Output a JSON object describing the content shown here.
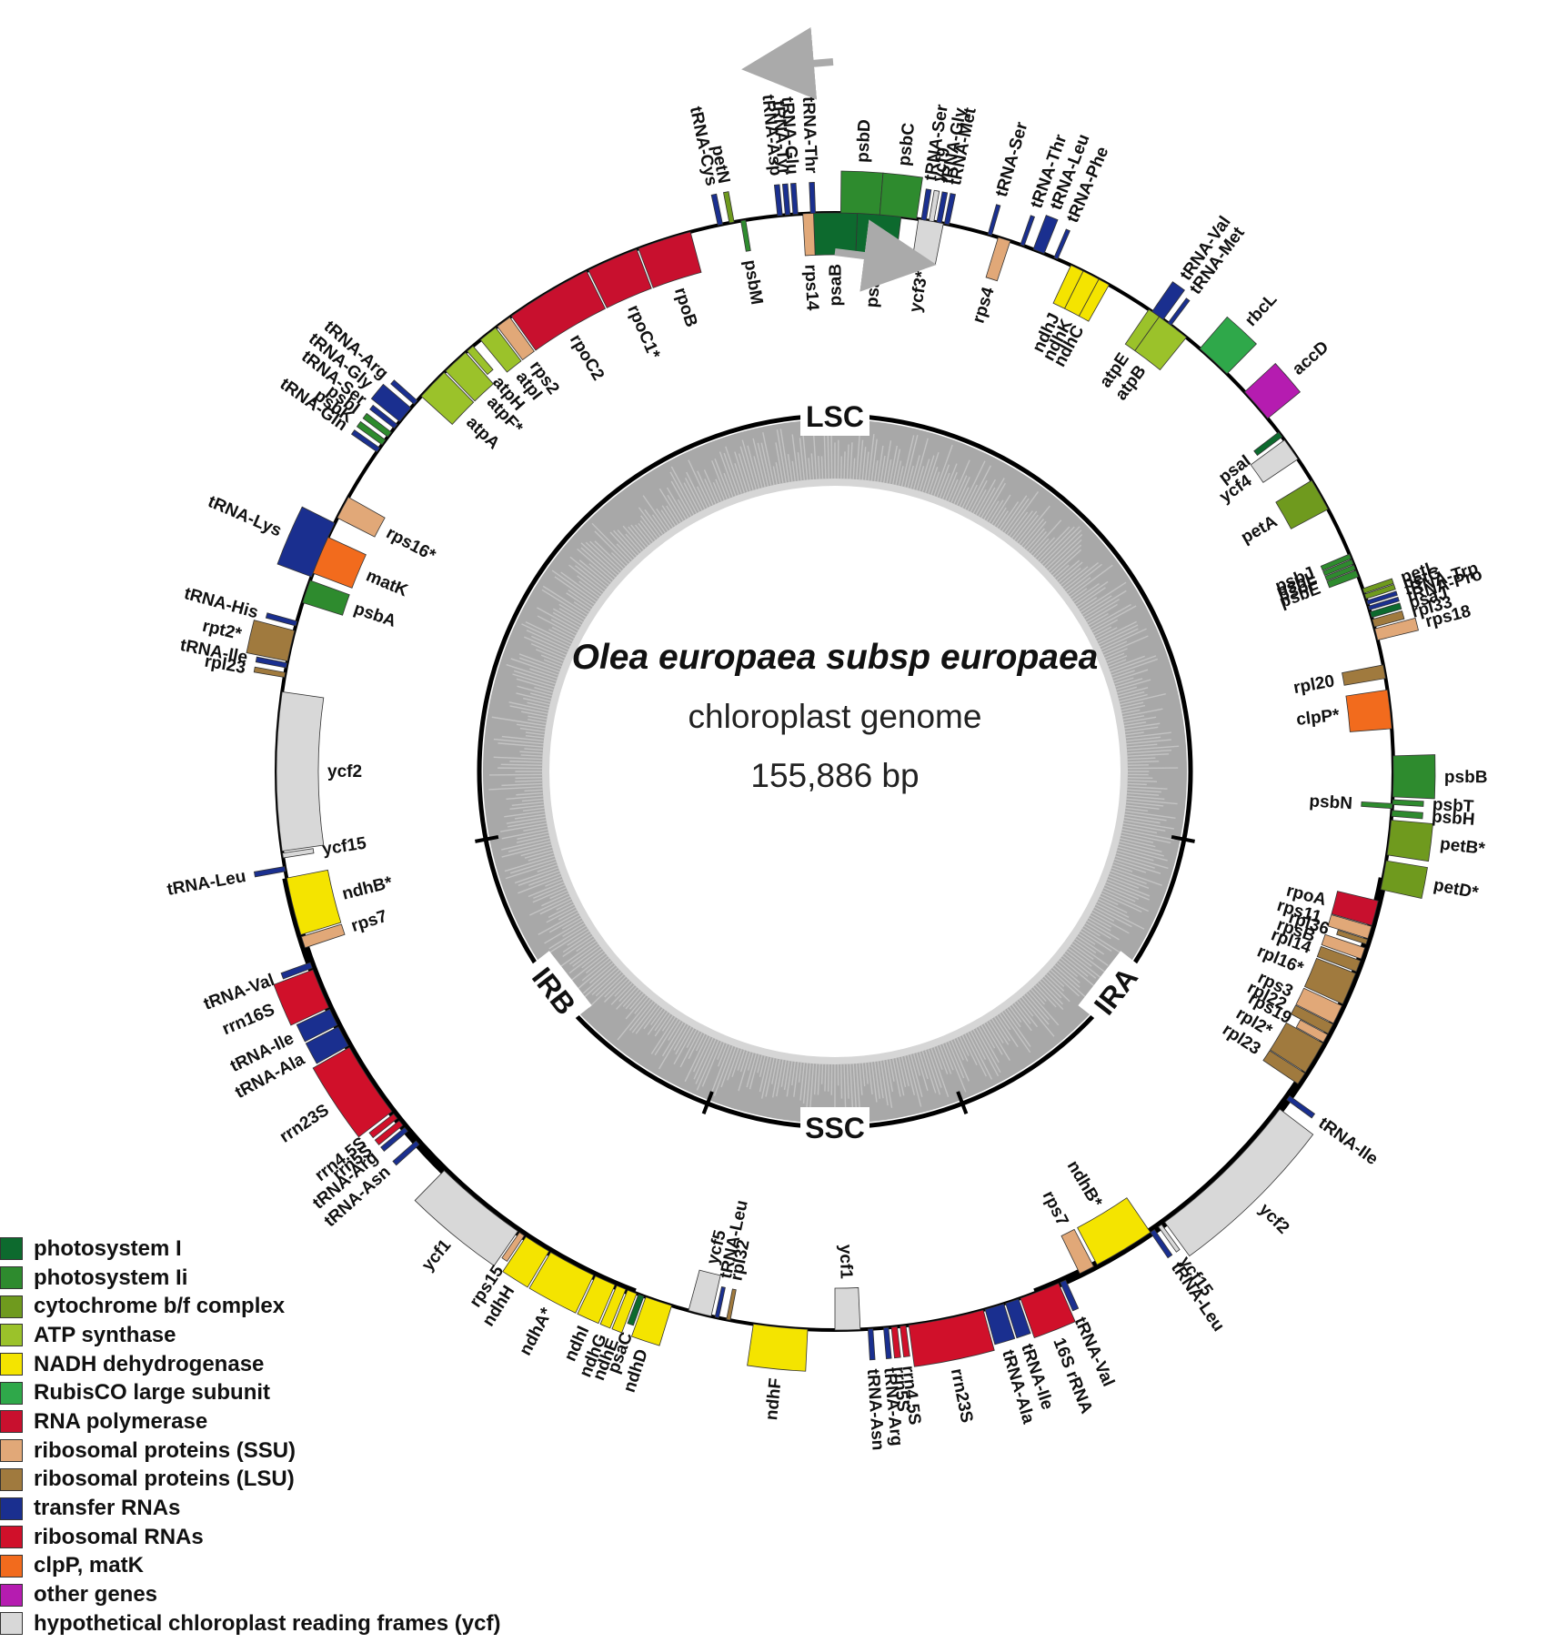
{
  "title": {
    "species": "Olea europaea subsp europaea",
    "subtitle": "chloroplast genome",
    "length": "155,886 bp"
  },
  "regions": [
    {
      "name": "LSC",
      "angle": 0
    },
    {
      "name": "IRA",
      "angle": 128
    },
    {
      "name": "SSC",
      "angle": 180
    },
    {
      "name": "IRB",
      "angle": 232
    }
  ],
  "region_boundaries": [
    101,
    159,
    201,
    259
  ],
  "categories": [
    {
      "key": "ps1",
      "label": "photosystem I",
      "color": "#0d6a2e"
    },
    {
      "key": "ps2",
      "label": "photosystem Ii",
      "color": "#2e8b2e"
    },
    {
      "key": "cyt",
      "label": "cytochrome b/f complex",
      "color": "#6f9a1e"
    },
    {
      "key": "atp",
      "label": "ATP synthase",
      "color": "#9bc22a"
    },
    {
      "key": "ndh",
      "label": "NADH dehydrogenase",
      "color": "#f4e400"
    },
    {
      "key": "rbc",
      "label": "RubisCO large subunit",
      "color": "#2fa84a"
    },
    {
      "key": "rpo",
      "label": "RNA polymerase",
      "color": "#c8102e"
    },
    {
      "key": "ssu",
      "label": "ribosomal proteins (SSU)",
      "color": "#e1a878"
    },
    {
      "key": "lsu",
      "label": "ribosomal proteins (LSU)",
      "color": "#a07a3e"
    },
    {
      "key": "trna",
      "label": "transfer RNAs",
      "color": "#1a2f8f"
    },
    {
      "key": "rrna",
      "label": "ribosomal RNAs",
      "color": "#d0102a"
    },
    {
      "key": "clp",
      "label": "clpP, matK",
      "color": "#f26b1d"
    },
    {
      "key": "oth",
      "label": "other genes",
      "color": "#b51cb0"
    },
    {
      "key": "ycf",
      "label": "hypothetical chloroplast reading frames (ycf)",
      "color": "#d8d8d8"
    }
  ],
  "genes": [
    {
      "name": "psaA",
      "start": -6.8,
      "end": -2.3,
      "cat": "ps1",
      "side": "in"
    },
    {
      "name": "psaB",
      "start": -2.3,
      "end": 2.2,
      "cat": "ps1",
      "side": "in"
    },
    {
      "name": "rps14",
      "start": 2.2,
      "end": 3.3,
      "cat": "ssu",
      "side": "in"
    },
    {
      "name": "ycf3*",
      "start": -11.2,
      "end": -8.6,
      "cat": "ycf",
      "side": "in"
    },
    {
      "name": "rps4",
      "start": -18.3,
      "end": -17.0,
      "cat": "ssu",
      "side": "in"
    },
    {
      "name": "tRNA-Ser",
      "start": -16.3,
      "end": -15.9,
      "cat": "trna",
      "side": "out"
    },
    {
      "name": "tRNA-Thr",
      "start": -19.8,
      "end": -19.4,
      "cat": "trna",
      "side": "out"
    },
    {
      "name": "tRNA-Leu",
      "start": -22.0,
      "end": -20.8,
      "cat": "trna",
      "side": "out"
    },
    {
      "name": "tRNA-Phe",
      "start": -23.5,
      "end": -23.1,
      "cat": "trna",
      "side": "out"
    },
    {
      "name": "ndhJ",
      "start": -26.4,
      "end": -25.0,
      "cat": "ndh",
      "side": "in"
    },
    {
      "name": "ndhK",
      "start": -28.2,
      "end": -26.4,
      "cat": "ndh",
      "side": "in"
    },
    {
      "name": "ndhC",
      "start": -29.4,
      "end": -28.2,
      "cat": "ndh",
      "side": "in"
    },
    {
      "name": "tRNA-Val",
      "start": -36.0,
      "end": -34.6,
      "cat": "trna",
      "side": "out"
    },
    {
      "name": "tRNA-Met",
      "start": -37.0,
      "end": -36.6,
      "cat": "trna",
      "side": "out"
    },
    {
      "name": "atpE",
      "start": -35.5,
      "end": -34.2,
      "cat": "atp",
      "side": "in"
    },
    {
      "name": "atpB",
      "start": -39.0,
      "end": -35.5,
      "cat": "atp",
      "side": "in"
    },
    {
      "name": "rbcL",
      "start": -44.6,
      "end": -40.8,
      "cat": "rbc",
      "side": "out"
    },
    {
      "name": "accD",
      "start": -50.8,
      "end": -47.2,
      "cat": "oth",
      "side": "out"
    },
    {
      "name": "psaI",
      "start": -53.2,
      "end": -52.6,
      "cat": "ps1",
      "side": "in"
    },
    {
      "name": "ycf4",
      "start": -56.0,
      "end": -53.6,
      "cat": "ycf",
      "side": "in"
    },
    {
      "name": "petA",
      "start": -62.0,
      "end": -58.6,
      "cat": "cyt",
      "side": "in"
    },
    {
      "name": "psbJ",
      "start": -67.6,
      "end": -67.1,
      "cat": "ps2",
      "side": "in"
    },
    {
      "name": "psbL",
      "start": -68.2,
      "end": -67.7,
      "cat": "ps2",
      "side": "in"
    },
    {
      "name": "psbF",
      "start": -68.8,
      "end": -68.3,
      "cat": "ps2",
      "side": "in"
    },
    {
      "name": "psbE",
      "start": -69.6,
      "end": -68.9,
      "cat": "ps2",
      "side": "in"
    },
    {
      "name": "petL",
      "start": -71.4,
      "end": -70.9,
      "cat": "cyt",
      "side": "out"
    },
    {
      "name": "petG",
      "start": -72.0,
      "end": -71.5,
      "cat": "cyt",
      "side": "out"
    },
    {
      "name": "tRNA-Trp",
      "start": -72.6,
      "end": -72.2,
      "cat": "trna",
      "side": "out"
    },
    {
      "name": "tRNA-Pro",
      "start": -73.2,
      "end": -72.8,
      "cat": "trna",
      "side": "out"
    },
    {
      "name": "psaJ",
      "start": -74.0,
      "end": -73.4,
      "cat": "ps1",
      "side": "out"
    },
    {
      "name": "rpl33",
      "start": -75.0,
      "end": -74.2,
      "cat": "lsu",
      "side": "out"
    },
    {
      "name": "rps18",
      "start": -76.4,
      "end": -75.2,
      "cat": "ssu",
      "side": "out"
    },
    {
      "name": "rpl20",
      "start": -80.4,
      "end": -79.0,
      "cat": "lsu",
      "side": "in"
    },
    {
      "name": "clpP*",
      "start": -85.6,
      "end": -81.6,
      "cat": "clp",
      "side": "in"
    },
    {
      "name": "psbB",
      "start": -92.6,
      "end": -88.4,
      "cat": "ps2",
      "side": "out"
    },
    {
      "name": "psbT",
      "start": -93.4,
      "end": -92.9,
      "cat": "ps2",
      "side": "out"
    },
    {
      "name": "psbN",
      "start": -93.8,
      "end": -93.3,
      "cat": "ps2",
      "side": "in"
    },
    {
      "name": "psbH",
      "start": -94.6,
      "end": -94.0,
      "cat": "ps2",
      "side": "out"
    },
    {
      "name": "petB*",
      "start": -98.6,
      "end": -95.0,
      "cat": "cyt",
      "side": "out"
    },
    {
      "name": "petD*",
      "start": -102.2,
      "end": -99.2,
      "cat": "cyt",
      "side": "out"
    },
    {
      "name": "rpoA",
      "start": -106.0,
      "end": -103.4,
      "cat": "rpo",
      "side": "in"
    },
    {
      "name": "rps11",
      "start": -107.4,
      "end": -106.1,
      "cat": "ssu",
      "side": "in"
    },
    {
      "name": "rpl36",
      "start": -108.0,
      "end": -107.5,
      "cat": "lsu",
      "side": "in"
    },
    {
      "name": "rpsB",
      "start": -109.6,
      "end": -108.4,
      "cat": "ssu",
      "side": "in"
    },
    {
      "name": "rpl14",
      "start": -111.0,
      "end": -109.8,
      "cat": "lsu",
      "side": "in"
    },
    {
      "name": "rpl16*",
      "start": -114.6,
      "end": -111.2,
      "cat": "lsu",
      "side": "in"
    },
    {
      "name": "rps3",
      "start": -116.8,
      "end": -114.8,
      "cat": "ssu",
      "side": "in"
    },
    {
      "name": "rpl22",
      "start": -118.0,
      "end": -116.9,
      "cat": "lsu",
      "side": "in"
    },
    {
      "name": "rps19",
      "start": -119.0,
      "end": -118.1,
      "cat": "ssu",
      "side": "in"
    },
    {
      "name": "rpl2*",
      "start": -122.6,
      "end": -119.1,
      "cat": "lsu",
      "side": "in"
    },
    {
      "name": "rpl23",
      "start": -124.0,
      "end": -122.7,
      "cat": "lsu",
      "side": "in"
    },
    {
      "name": "tRNA-Ile",
      "start": -126.0,
      "end": -125.5,
      "cat": "trna",
      "side": "out"
    },
    {
      "name": "ycf2",
      "start": -143.8,
      "end": -127.2,
      "cat": "ycf",
      "side": "out"
    },
    {
      "name": "ycf15",
      "start": -144.6,
      "end": -144.2,
      "cat": "ycf",
      "side": "out"
    },
    {
      "name": "tRNA-Leu",
      "start": -145.6,
      "end": -145.1,
      "cat": "trna",
      "side": "out"
    },
    {
      "name": "ndhB*",
      "start": -152.0,
      "end": -145.6,
      "cat": "ndh",
      "side": "in"
    },
    {
      "name": "rps7",
      "start": -154.0,
      "end": -152.4,
      "cat": "ssu",
      "side": "in"
    },
    {
      "name": "tRNA-Val",
      "start": -156.2,
      "end": -155.6,
      "cat": "trna",
      "side": "out"
    },
    {
      "name": "16S rRNA",
      "start": -160.6,
      "end": -156.4,
      "cat": "rrna",
      "side": "out"
    },
    {
      "name": "tRNA-Ile",
      "start": -162.2,
      "end": -160.8,
      "cat": "trna",
      "side": "out"
    },
    {
      "name": "tRNA-Ala",
      "start": -164.4,
      "end": -162.4,
      "cat": "trna",
      "side": "out"
    },
    {
      "name": "rrn23S",
      "start": -172.4,
      "end": -164.6,
      "cat": "rrna",
      "side": "out"
    },
    {
      "name": "rrn4.5S",
      "start": -173.3,
      "end": -172.7,
      "cat": "rrna",
      "side": "out"
    },
    {
      "name": "rrn5S",
      "start": -174.2,
      "end": -173.6,
      "cat": "rrna",
      "side": "out"
    },
    {
      "name": "tRNA-Arg",
      "start": -175.0,
      "end": -174.5,
      "cat": "trna",
      "side": "out"
    },
    {
      "name": "tRNA-Asn",
      "start": -176.6,
      "end": -176.1,
      "cat": "trna",
      "side": "out"
    },
    {
      "name": "ycf1",
      "start": -180.0,
      "end": -177.4,
      "cat": "ycf",
      "side": "in"
    },
    {
      "name": "ndhF",
      "start": -188.4,
      "end": -182.8,
      "cat": "ndh",
      "side": "out"
    },
    {
      "name": "rpl32",
      "start": -191.2,
      "end": -190.8,
      "cat": "lsu",
      "side": "in"
    },
    {
      "name": "tRNA-Leu",
      "start": -192.4,
      "end": -192.0,
      "cat": "trna",
      "side": "in"
    },
    {
      "name": "ycf5",
      "start": -195.2,
      "end": -192.8,
      "cat": "ycf",
      "side": "in"
    },
    {
      "name": "ndhD",
      "start": -199.8,
      "end": -197.0,
      "cat": "ndh",
      "side": "out"
    },
    {
      "name": "psaC",
      "start": -200.6,
      "end": -200.0,
      "cat": "ps1",
      "side": "out"
    },
    {
      "name": "ndhE",
      "start": -201.8,
      "end": -200.8,
      "cat": "ndh",
      "side": "out"
    },
    {
      "name": "ndhG",
      "start": -203.0,
      "end": -202.0,
      "cat": "ndh",
      "side": "out"
    },
    {
      "name": "ndhI",
      "start": -205.4,
      "end": -203.2,
      "cat": "ndh",
      "side": "out"
    },
    {
      "name": "ndhA*",
      "start": -210.6,
      "end": -205.6,
      "cat": "ndh",
      "side": "out"
    },
    {
      "name": "ndhH",
      "start": -213.6,
      "end": -210.8,
      "cat": "ndh",
      "side": "out"
    },
    {
      "name": "rps15",
      "start": -214.4,
      "end": -213.8,
      "cat": "ssu",
      "side": "out"
    },
    {
      "name": "ycf1",
      "start": -224.4,
      "end": -214.6,
      "cat": "ycf",
      "side": "out"
    },
    {
      "name": "tRNA-Asn",
      "start": -228.6,
      "end": -228.1,
      "cat": "trna",
      "side": "out"
    },
    {
      "name": "tRNA-Arg",
      "start": -230.4,
      "end": -229.9,
      "cat": "trna",
      "side": "out"
    },
    {
      "name": "rrn5S",
      "start": -231.3,
      "end": -230.7,
      "cat": "rrna",
      "side": "out"
    },
    {
      "name": "rrn4.5S",
      "start": -232.2,
      "end": -231.6,
      "cat": "rrna",
      "side": "out"
    },
    {
      "name": "rrn23S",
      "start": -240.4,
      "end": -232.5,
      "cat": "rrna",
      "side": "out"
    },
    {
      "name": "tRNA-Ala",
      "start": -242.8,
      "end": -240.6,
      "cat": "trna",
      "side": "out"
    },
    {
      "name": "tRNA-Ile",
      "start": -244.8,
      "end": -243.0,
      "cat": "trna",
      "side": "out"
    },
    {
      "name": "rrn16S",
      "start": -249.2,
      "end": -245.0,
      "cat": "rrna",
      "side": "out"
    },
    {
      "name": "tRNA-Val",
      "start": -250.0,
      "end": -249.4,
      "cat": "trna",
      "side": "out"
    },
    {
      "name": "rps7",
      "start": -252.8,
      "end": -251.6,
      "cat": "ssu",
      "side": "in"
    },
    {
      "name": "ndhB*",
      "start": -259.0,
      "end": -253.0,
      "cat": "ndh",
      "side": "in"
    },
    {
      "name": "tRNA-Leu",
      "start": -260.2,
      "end": -259.7,
      "cat": "trna",
      "side": "out"
    },
    {
      "name": "ycf15",
      "start": -261.6,
      "end": -261.1,
      "cat": "ycf",
      "side": "in"
    },
    {
      "name": "ycf2",
      "start": -278.2,
      "end": -261.8,
      "cat": "ycf",
      "side": "in"
    },
    {
      "name": "rpl23",
      "start": -280.2,
      "end": -279.7,
      "cat": "lsu",
      "side": "out"
    },
    {
      "name": "tRNA-Ile",
      "start": -281.2,
      "end": -280.7,
      "cat": "trna",
      "side": "out"
    },
    {
      "name": "rpt2*",
      "start": -284.6,
      "end": -281.4,
      "cat": "lsu",
      "side": "out"
    },
    {
      "name": "tRNA-His",
      "start": -285.6,
      "end": -285.1,
      "cat": "trna",
      "side": "out"
    },
    {
      "name": "psbA",
      "start": -290.0,
      "end": -287.6,
      "cat": "ps2",
      "side": "in"
    },
    {
      "name": "matK",
      "start": -294.8,
      "end": -290.8,
      "cat": "clp",
      "side": "in"
    },
    {
      "name": "tRNA-Lys",
      "start": -296.4,
      "end": -290.4,
      "cat": "trna",
      "side": "out"
    },
    {
      "name": "rps16*",
      "start": -299.4,
      "end": -297.0,
      "cat": "ssu",
      "side": "in"
    },
    {
      "name": "tRNA-Gln",
      "start": -305.4,
      "end": -304.9,
      "cat": "trna",
      "side": "out"
    },
    {
      "name": "psbK",
      "start": -306.4,
      "end": -305.8,
      "cat": "ps2",
      "side": "out"
    },
    {
      "name": "psbI",
      "start": -307.4,
      "end": -306.8,
      "cat": "ps2",
      "side": "out"
    },
    {
      "name": "tRNA-Ser",
      "start": -308.4,
      "end": -307.9,
      "cat": "trna",
      "side": "out"
    },
    {
      "name": "tRNA-Gly",
      "start": -310.6,
      "end": -308.8,
      "cat": "trna",
      "side": "out"
    },
    {
      "name": "tRNA-Arg",
      "start": -311.6,
      "end": -311.1,
      "cat": "trna",
      "side": "out"
    },
    {
      "name": "atpA",
      "start": -315.6,
      "end": -312.2,
      "cat": "atp",
      "side": "in"
    },
    {
      "name": "atpF*",
      "start": -318.6,
      "end": -315.8,
      "cat": "atp",
      "side": "in"
    },
    {
      "name": "atpH",
      "start": -319.6,
      "end": -318.8,
      "cat": "atp",
      "side": "in"
    },
    {
      "name": "atpI",
      "start": -322.6,
      "end": -320.6,
      "cat": "atp",
      "side": "in"
    },
    {
      "name": "rps2",
      "start": -324.4,
      "end": -322.8,
      "cat": "ssu",
      "side": "in"
    },
    {
      "name": "rpoC2",
      "start": -333.6,
      "end": -324.6,
      "cat": "rpo",
      "side": "in"
    },
    {
      "name": "rpoC1*",
      "start": -339.2,
      "end": -333.8,
      "cat": "rpo",
      "side": "in"
    },
    {
      "name": "rpoB",
      "start": -345.0,
      "end": -339.4,
      "cat": "rpo",
      "side": "in"
    },
    {
      "name": "psbM",
      "start": -350.8,
      "end": -350.3,
      "cat": "ps2",
      "side": "in"
    },
    {
      "name": "tRNA-Cys",
      "start": -348.4,
      "end": -347.9,
      "cat": "trna",
      "side": "out"
    },
    {
      "name": "petN",
      "start": -349.6,
      "end": -349.1,
      "cat": "cyt",
      "side": "out"
    },
    {
      "name": "tRNA-Asp",
      "start": -354.6,
      "end": -354.1,
      "cat": "trna",
      "side": "out"
    },
    {
      "name": "tRNA-Tyr",
      "start": -355.4,
      "end": -354.9,
      "cat": "trna",
      "side": "out"
    },
    {
      "name": "tRNA-Glu",
      "start": -356.2,
      "end": -355.7,
      "cat": "trna",
      "side": "out"
    },
    {
      "name": "tRNA-Thr",
      "start": -358.0,
      "end": -357.5,
      "cat": "trna",
      "side": "out"
    },
    {
      "name": "psbD",
      "start": -364.6,
      "end": -360.6,
      "cat": "ps2",
      "side": "out"
    },
    {
      "name": "psbC",
      "start": -368.4,
      "end": -364.6,
      "cat": "ps2",
      "side": "out"
    },
    {
      "name": "tRNA-Ser",
      "start": -369.4,
      "end": -368.9,
      "cat": "trna",
      "side": "out"
    },
    {
      "name": "ycf9",
      "start": -370.2,
      "end": -369.7,
      "cat": "ycf",
      "side": "out"
    },
    {
      "name": "tRNA-Gly",
      "start": -371.0,
      "end": -370.5,
      "cat": "trna",
      "side": "out"
    },
    {
      "name": "tRNA-Met",
      "start": -371.8,
      "end": -371.3,
      "cat": "trna",
      "side": "out"
    }
  ]
}
